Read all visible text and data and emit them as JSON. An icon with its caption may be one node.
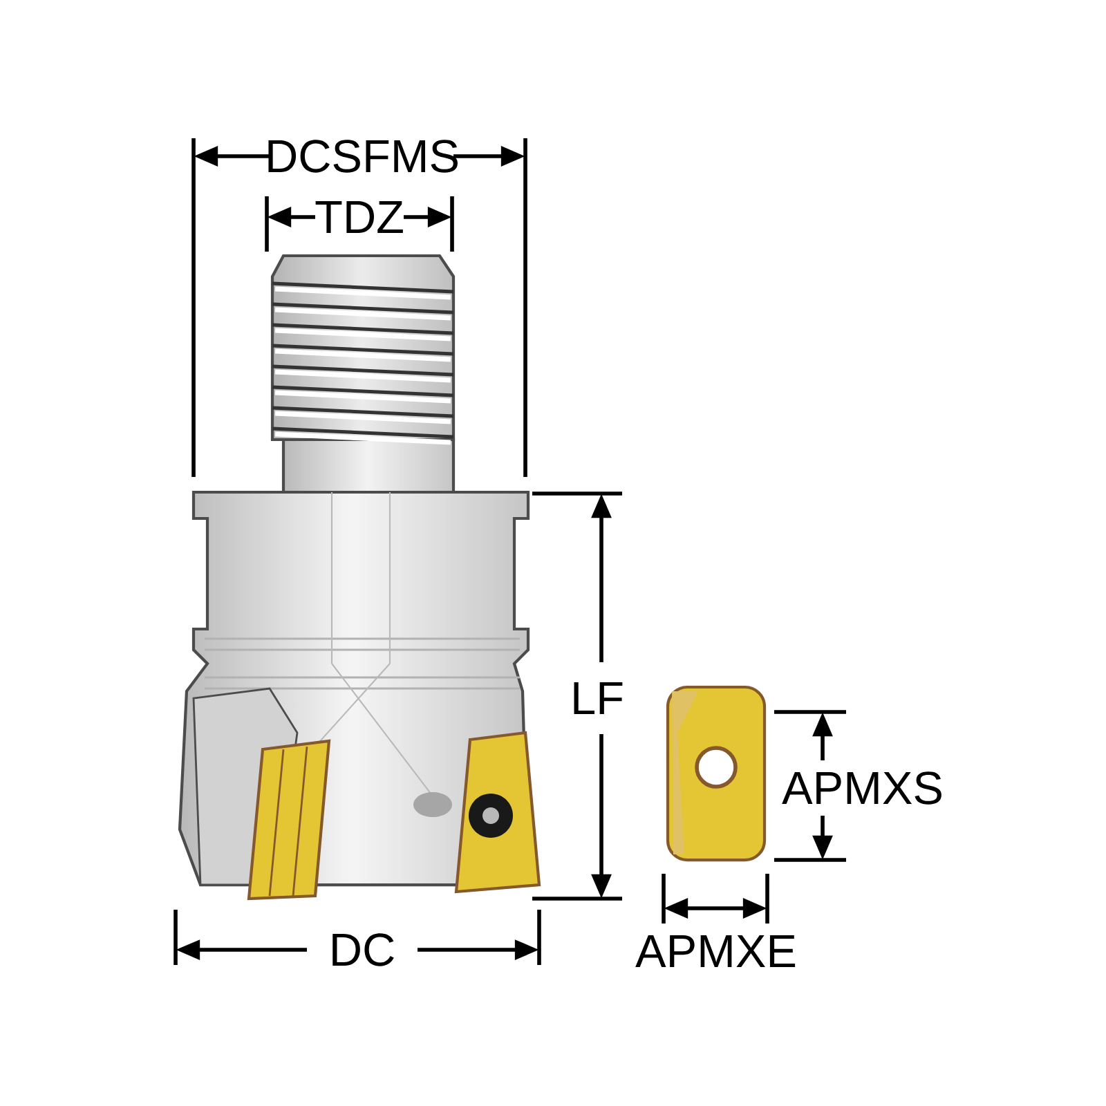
{
  "diagram": {
    "labels": [
      "DCSFMS",
      "TDZ",
      "LF",
      "APMXS",
      "DC",
      "APMXE"
    ]
  }
}
